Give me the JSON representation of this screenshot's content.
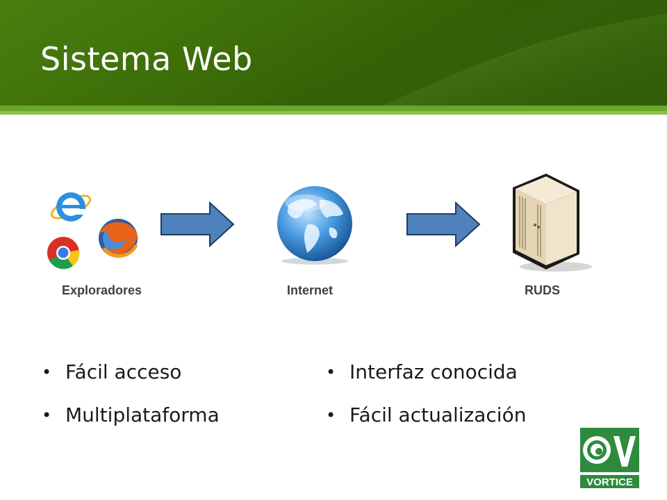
{
  "slide": {
    "title": "Sistema Web"
  },
  "diagram": {
    "nodes": [
      {
        "id": "browsers",
        "label": "Exploradores",
        "icons": [
          "internet-explorer-icon",
          "firefox-icon",
          "chrome-icon"
        ]
      },
      {
        "id": "internet",
        "label": "Internet",
        "icons": [
          "globe-icon"
        ]
      },
      {
        "id": "server",
        "label": "RUDS",
        "icons": [
          "server-icon"
        ]
      }
    ],
    "arrow_color": "#4f81bd"
  },
  "bullets": {
    "left": [
      "Fácil acceso",
      "Multiplataforma"
    ],
    "right": [
      "Interfaz conocida",
      "Fácil actualización"
    ]
  },
  "logo": {
    "text": "VORTICE",
    "icon": "vortice-logo",
    "color": "#2e8b3e"
  },
  "colors": {
    "header_dark": "#2f5a06",
    "header_light": "#5c9a1c",
    "header_stripe": "#6fb82a"
  }
}
